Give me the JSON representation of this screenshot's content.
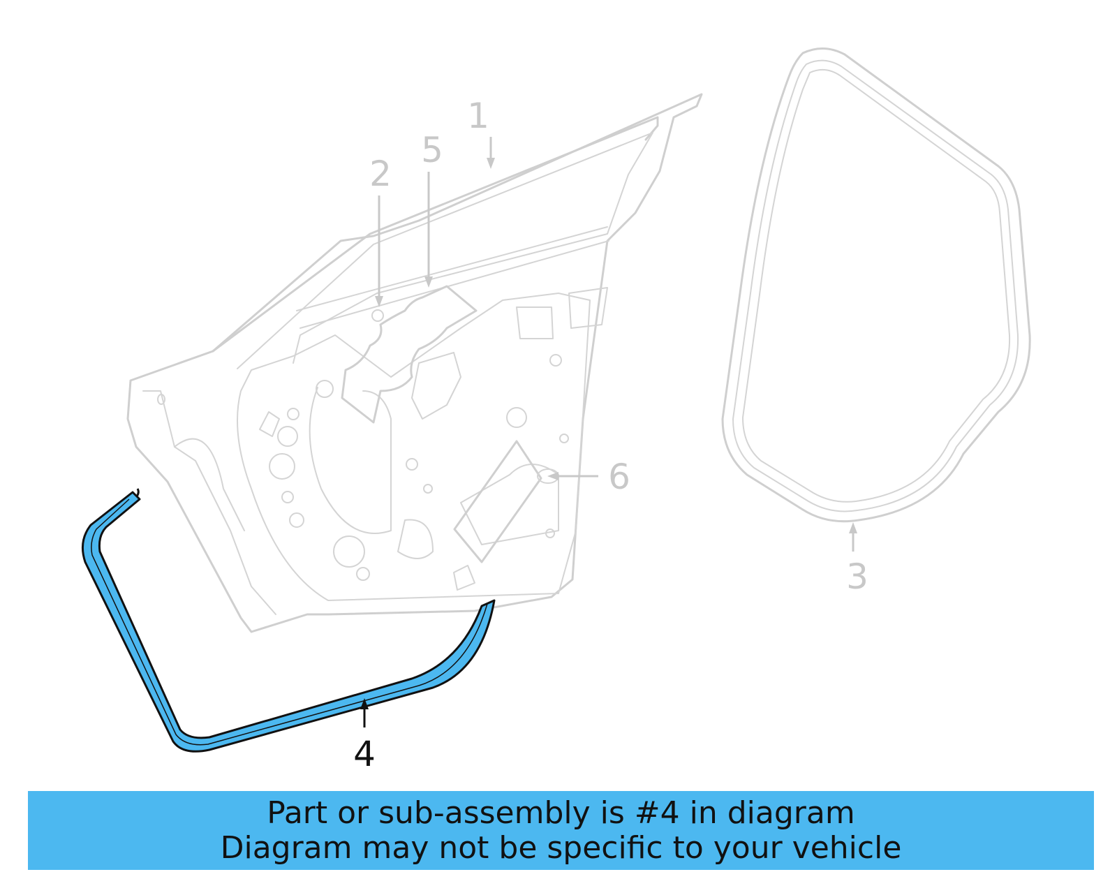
{
  "callouts": {
    "c1": "1",
    "c2": "2",
    "c3": "3",
    "c4": "4",
    "c5": "5",
    "c6": "6"
  },
  "highlighted_part": "4",
  "colors": {
    "highlight_fill": "#4cb8f0",
    "highlight_stroke": "#111111",
    "ghost_stroke": "#cfcfcf",
    "banner_bg": "#4cb8f0"
  },
  "banner": {
    "line1": "Part or sub-assembly is #4 in diagram",
    "line2": "Diagram may not be specific to your vehicle"
  }
}
